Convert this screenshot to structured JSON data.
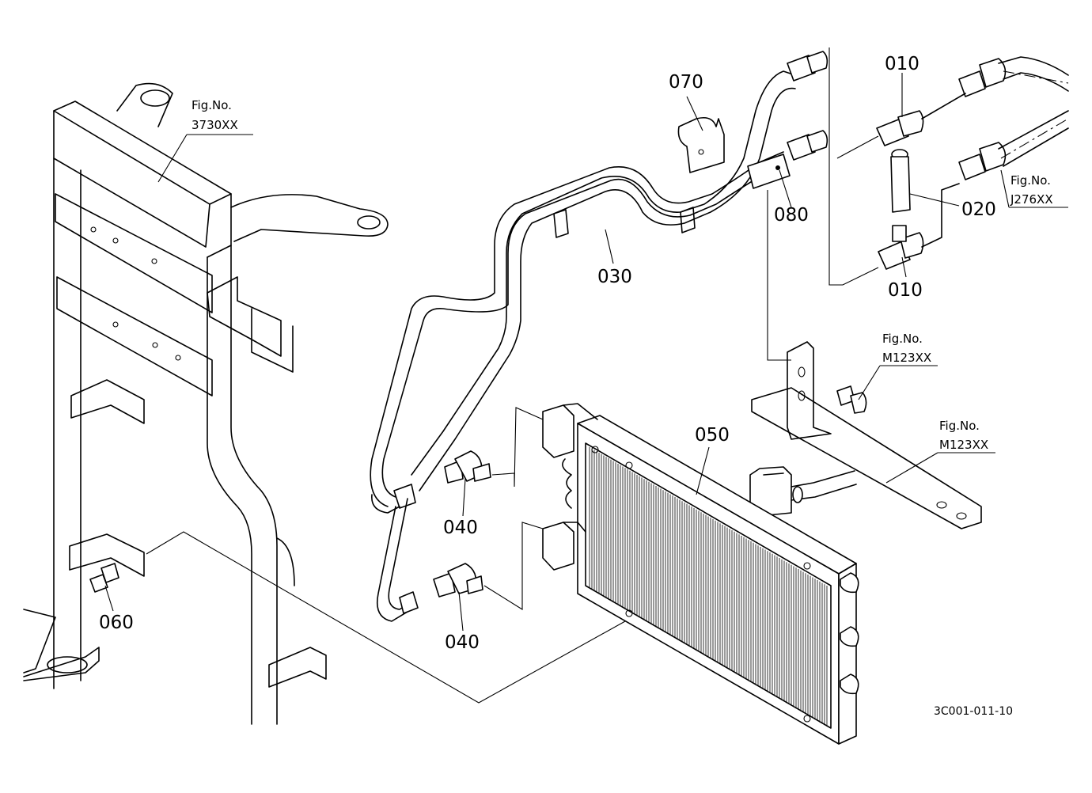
{
  "parts": {
    "p010_top": "010",
    "p010_bottom": "010",
    "p020": "020",
    "p030": "030",
    "p040_upper": "040",
    "p040_lower": "040",
    "p050": "050",
    "p060": "060",
    "p070": "070",
    "p080": "080"
  },
  "refs": {
    "r3730": {
      "label": "Fig.No.",
      "number": "3730XX"
    },
    "rJ276": {
      "label": "Fig.No.",
      "number": "J276XX"
    },
    "rM123a": {
      "label": "Fig.No.",
      "number": "M123XX"
    },
    "rM123b": {
      "label": "Fig.No.",
      "number": "M123XX"
    }
  },
  "drawing_code": "3C001-011-10"
}
